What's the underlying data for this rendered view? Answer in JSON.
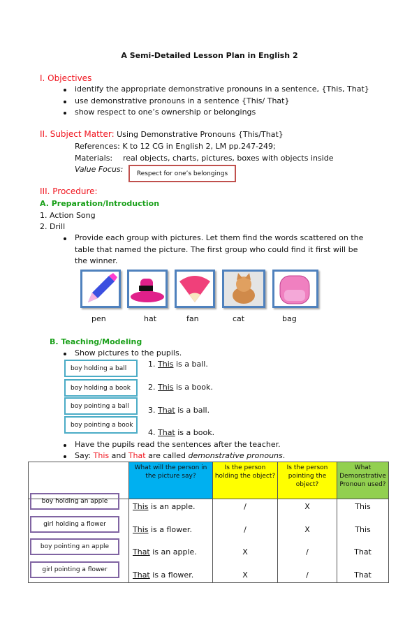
{
  "title": "A Semi-Detailed Lesson Plan in English 2",
  "objectives": {
    "heading": "I. Objectives",
    "items": [
      "identify the appropriate demonstrative pronouns in a sentence, {This, That}",
      "use demonstrative pronouns in a sentence {This/ That}",
      "show respect to one’s ownership or belongings"
    ]
  },
  "subject_matter": {
    "heading": "II. Subject Matter:",
    "topic": "Using Demonstrative Pronouns {This/That}",
    "references_label": "References:",
    "references": "K to 12 CG in English 2, LM pp.247-249;",
    "materials_label": "Materials:",
    "materials": "real objects, charts, pictures, boxes with objects inside",
    "value_focus_label": "Value Focus:",
    "value_focus": "Respect for one’s belongings"
  },
  "procedure": {
    "heading": "III. Procedure:",
    "section_a": "A. Preparation/Introduction",
    "step1": "1. Action Song",
    "step2": "2. Drill",
    "drill_lines": [
      "Provide each group with pictures. Let them find the words scattered on the",
      "table that named the picture. The first group who could find it first will be",
      "the winner."
    ],
    "pictures": [
      "pen",
      "hat",
      "fan",
      "cat",
      "bag"
    ],
    "section_b": "B. Teaching/Modeling",
    "show_pictures": "Show pictures to the pupils.",
    "picture_cards": [
      "boy holding a ball",
      "boy holding a book",
      "boy pointing a ball",
      "boy pointing a book"
    ],
    "sentences": [
      {
        "num": "1.",
        "pronoun": "This",
        "rest": " is a ball."
      },
      {
        "num": "2.",
        "pronoun": "This",
        "rest": " is a book."
      },
      {
        "num": "3.",
        "pronoun": "That",
        "rest": " is a ball."
      },
      {
        "num": "4.",
        "pronoun": "That",
        "rest": " is a book."
      }
    ],
    "read_after": "Have the pupils read the sentences after the teacher.",
    "say": {
      "prefix": "Say: ",
      "this": "This",
      "and": " and ",
      "that": "That",
      "mid": " are called ",
      "em": "demonstrative pronouns",
      "end": "."
    }
  },
  "table": {
    "headers": [
      "What will the person in the picture say?",
      "Is the person holding the object?",
      "Is the person pointing the object?",
      "What Demonstrative Pronoun used?"
    ],
    "header_colors": [
      "#00b0f0",
      "#ffff00",
      "#ffff00",
      "#92d050"
    ],
    "rows": [
      {
        "card": "boy holding an apple",
        "pronoun": "This",
        "rest": " is an apple.",
        "holding": "/",
        "pointing": "X",
        "used": "This"
      },
      {
        "card": "girl holding a flower",
        "pronoun": "This",
        "rest": " is a flower.",
        "holding": "/",
        "pointing": "X",
        "used": "This"
      },
      {
        "card": "boy pointing an apple",
        "pronoun": "That",
        "rest": " is an apple.",
        "holding": "X",
        "pointing": "/",
        "used": "That"
      },
      {
        "card": "girl pointing a flower",
        "pronoun": "That",
        "rest": " is a flower.",
        "holding": "X",
        "pointing": "/",
        "used": "That"
      }
    ]
  }
}
